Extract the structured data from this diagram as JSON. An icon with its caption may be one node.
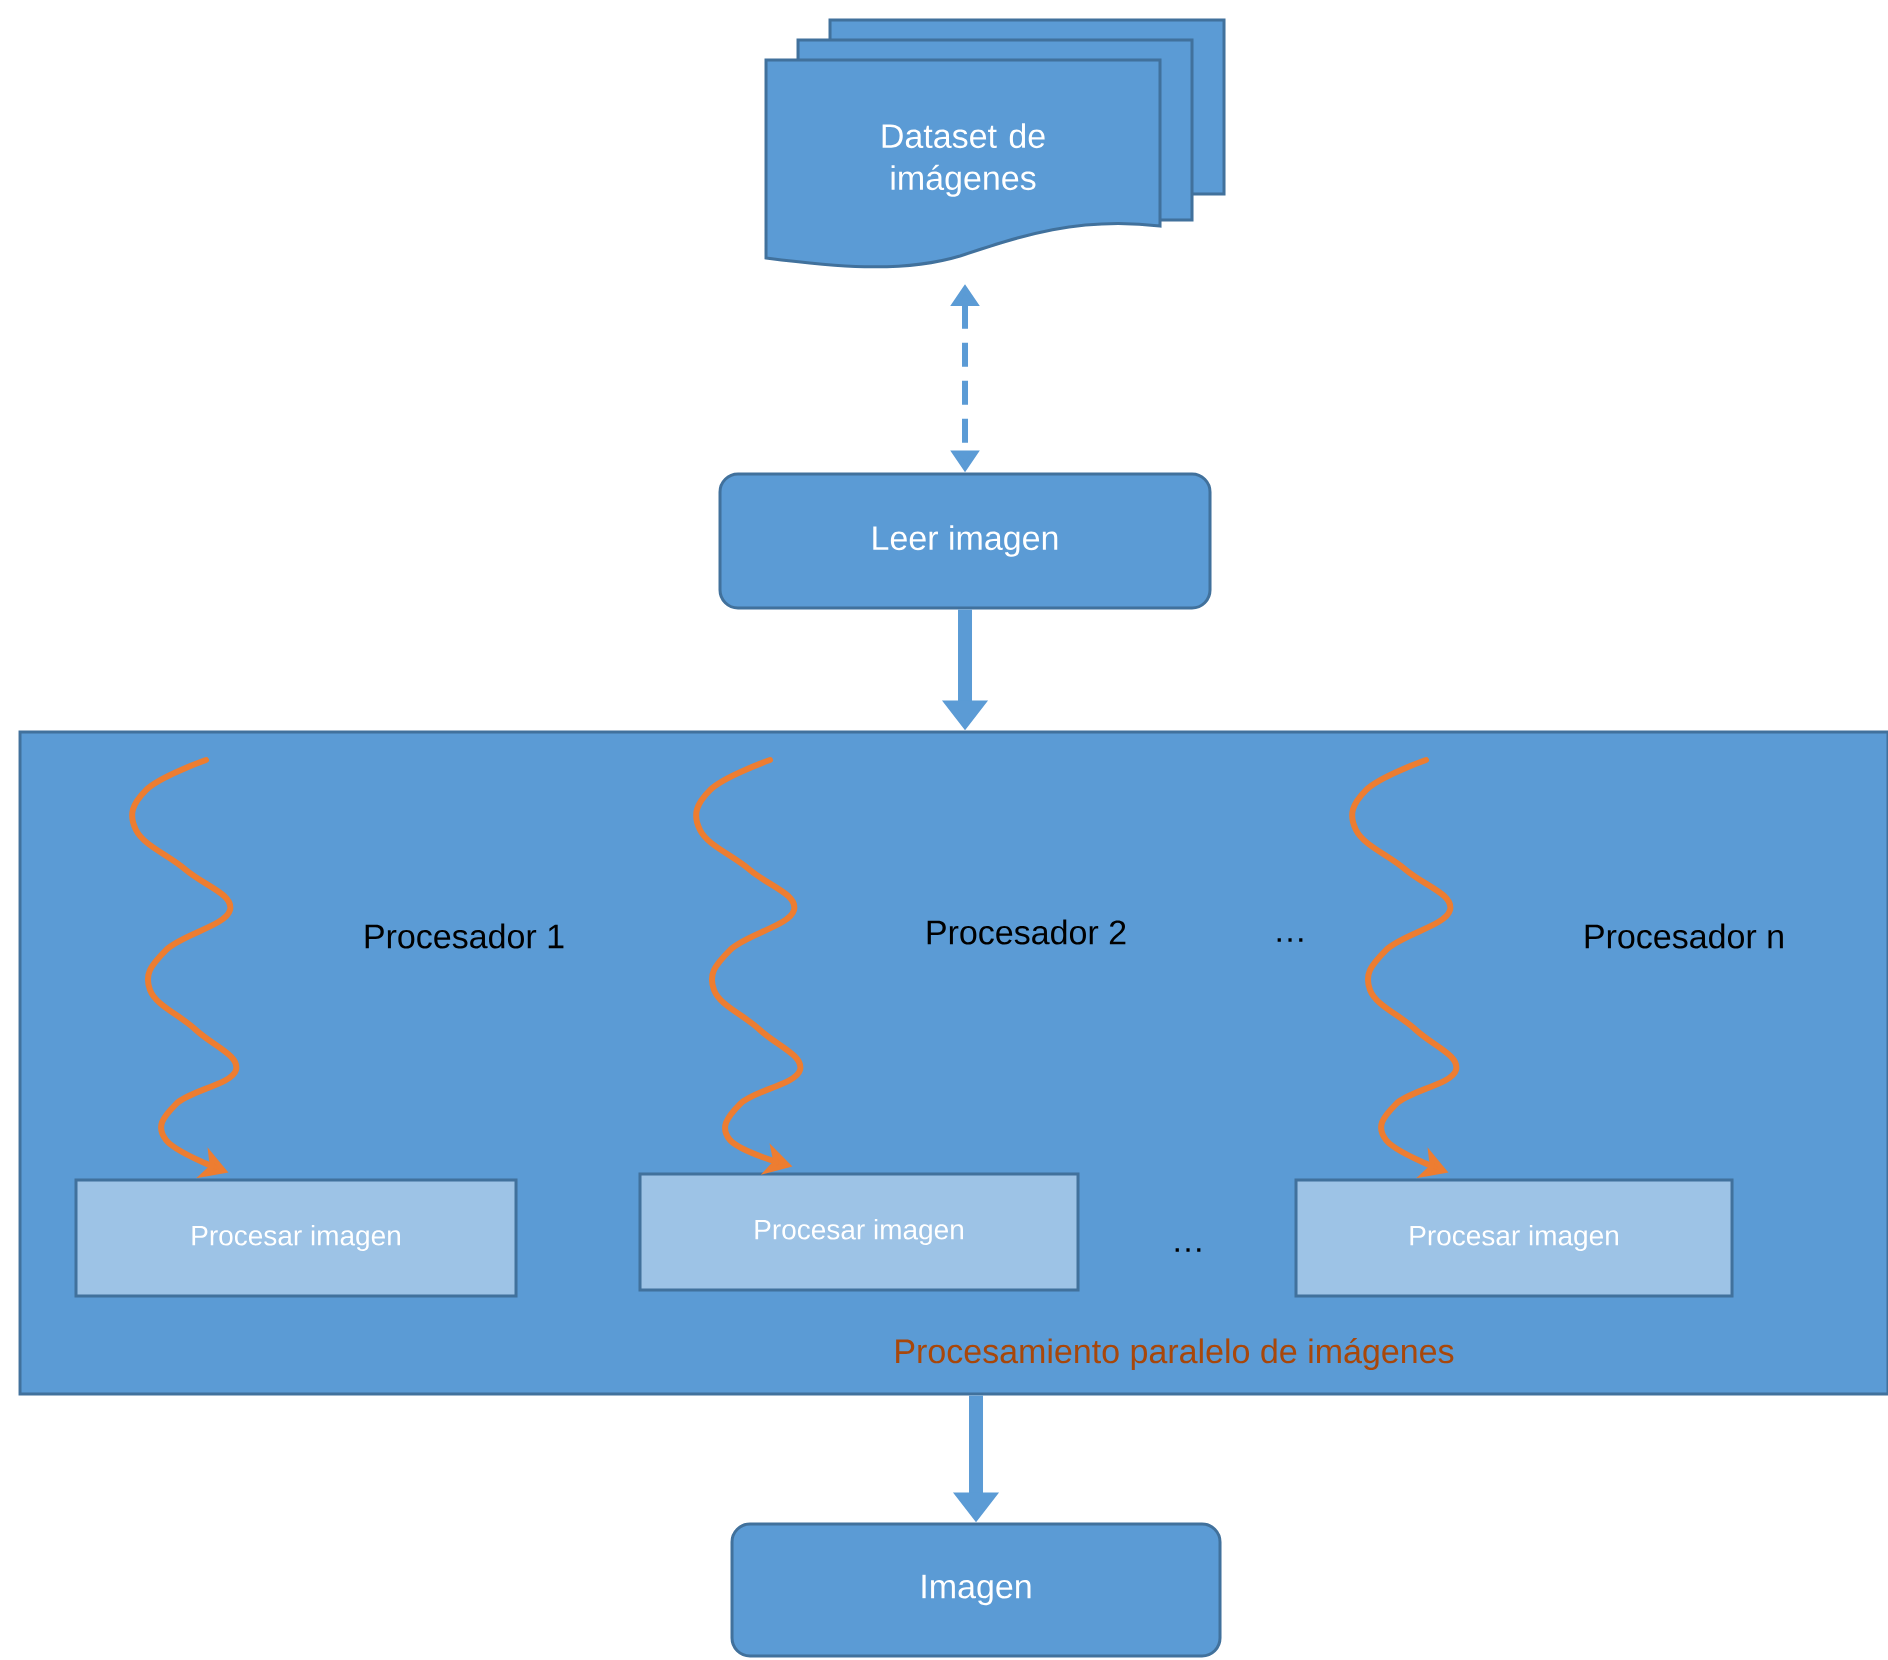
{
  "diagram": {
    "nodes": [
      {
        "text": [
          "Dataset de imágenes"
        ]
      },
      {
        "text": [
          "Leer imagen"
        ]
      },
      {
        "text": [
          "Procesamiento paralelo de imágenes"
        ]
      },
      {
        "text": [
          "Procesar imagen"
        ],
        "in": 2
      },
      {
        "text": [
          "Procesar imagen"
        ],
        "in": 2
      },
      {
        "text": [
          "Procesar imagen"
        ],
        "in": 2
      },
      {
        "text": [
          "Imagen"
        ]
      }
    ],
    "edges": [
      {
        "from": 0,
        "to": 1,
        "arrow": "both",
        "style": "dashed",
        "color": "#5b9bd5"
      },
      {
        "from": 1,
        "to": 2,
        "arrow": "to",
        "style": "thick",
        "color": "#5b9bd5"
      },
      {
        "from": null,
        "to": 3,
        "arrow": "to",
        "label": "Procesador 1",
        "color": "#ed7d31"
      },
      {
        "from": null,
        "to": 4,
        "arrow": "to",
        "label": "Procesador 2",
        "color": "#ed7d31"
      },
      {
        "from": null,
        "to": 5,
        "arrow": "to",
        "label": "Procesador n",
        "color": "#ed7d31"
      },
      {
        "from": 2,
        "to": 6,
        "arrow": "to",
        "style": "thick",
        "color": "#5b9bd5"
      }
    ],
    "labels": [
      "…",
      "…"
    ]
  }
}
